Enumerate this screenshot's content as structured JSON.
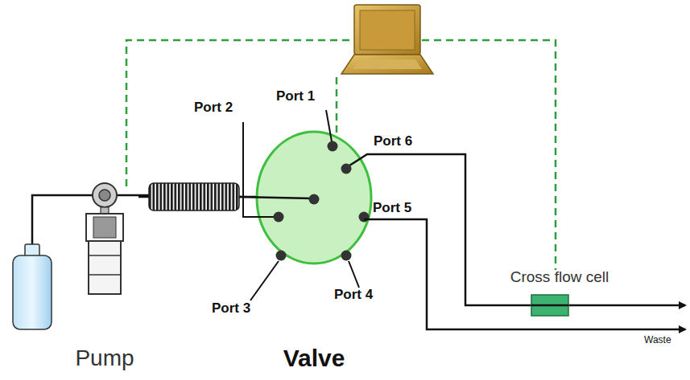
{
  "diagram": {
    "nodes": [
      {
        "text": [
          "Pump"
        ]
      },
      {
        "text": [
          "Valve"
        ]
      },
      {
        "text": [
          "Cross flow cell"
        ]
      }
    ],
    "edges": [
      {
        "from": 0,
        "to": 1,
        "arrow": "none"
      },
      {
        "from": 1,
        "to": 2,
        "arrow": "none"
      }
    ],
    "labels": [
      "Port 1",
      "Port 2",
      "Port 3",
      "Port 4",
      "Port 5",
      "Port 6",
      "Waste"
    ]
  }
}
